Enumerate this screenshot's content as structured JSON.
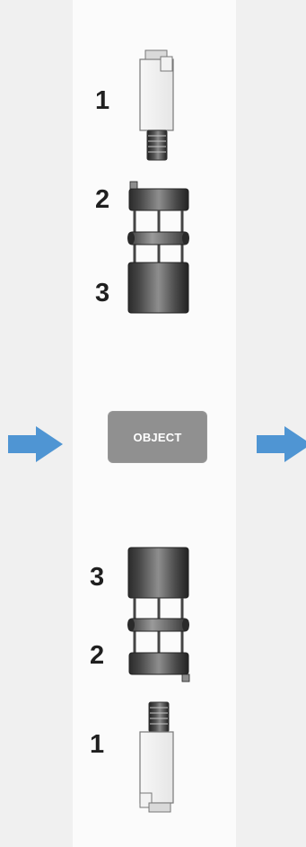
{
  "labels": {
    "top_1": "1",
    "top_2": "2",
    "top_3": "3",
    "bottom_3": "3",
    "bottom_2": "2",
    "bottom_1": "1"
  },
  "object_box": {
    "label": "OBJECT"
  },
  "icons": {
    "left_arrow": "arrow-right-icon",
    "right_arrow": "arrow-right-icon"
  },
  "colors": {
    "background": "#f0f0f0",
    "panel": "#fbfbfb",
    "arrow": "#4f95d3",
    "object_box": "#909090",
    "object_text": "#ffffff",
    "label": "#1f1f1f"
  }
}
